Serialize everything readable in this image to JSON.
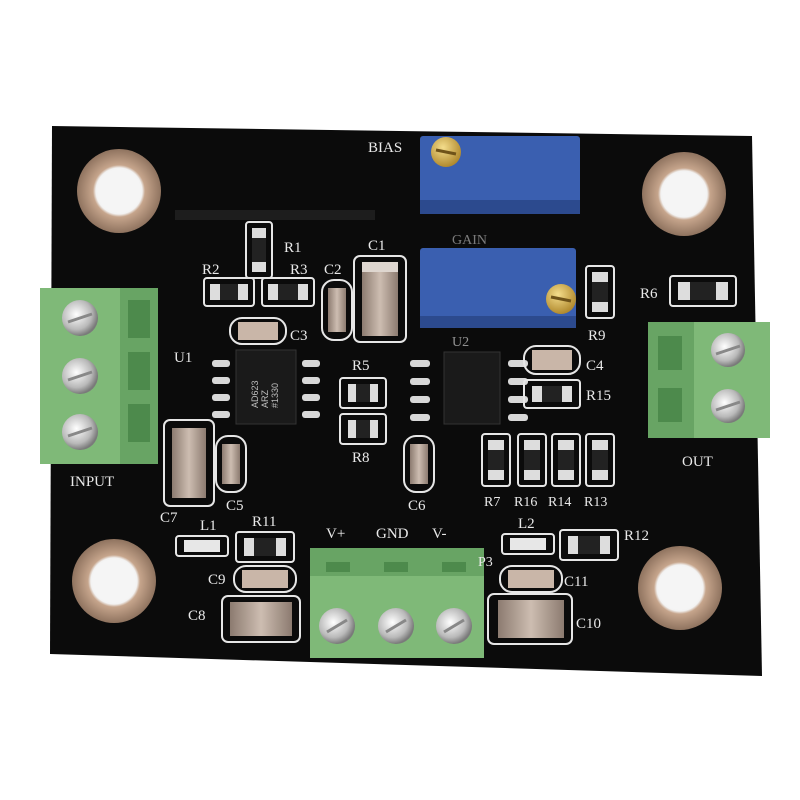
{
  "board": {
    "pot_labels": {
      "bias": "BIAS",
      "gain": "GAIN"
    },
    "component_labels": {
      "r1": "R1",
      "r2": "R2",
      "r3": "R3",
      "c1": "C1",
      "c2": "C2",
      "c3": "C3",
      "u1": "U1",
      "u2": "U2",
      "r5": "R5",
      "r8": "R8",
      "c4": "C4",
      "r15": "R15",
      "r6": "R6",
      "r9": "R9",
      "c5": "C5",
      "c6": "C6",
      "c7": "C7",
      "r7": "R7",
      "r16": "R16",
      "r14": "R14",
      "r13": "R13",
      "l1": "L1",
      "r11": "R11",
      "c9": "C9",
      "c8": "C8",
      "l2": "L2",
      "r12": "R12",
      "c11": "C11",
      "c10": "C10",
      "p3": "P3"
    },
    "terminal_labels": {
      "input": "INPUT",
      "out": "OUT",
      "vplus": "V+",
      "gnd": "GND",
      "vminus": "V-"
    },
    "chip_marking": [
      "AD623",
      "ARZ",
      "#1330"
    ],
    "colors": {
      "pcb": "#0b0b0b",
      "terminal_green": "#7fb978",
      "potentiometer_blue": "#3a5fb0",
      "silkscreen": "#e9e9e9",
      "hole_ring": "#a88a72"
    }
  }
}
